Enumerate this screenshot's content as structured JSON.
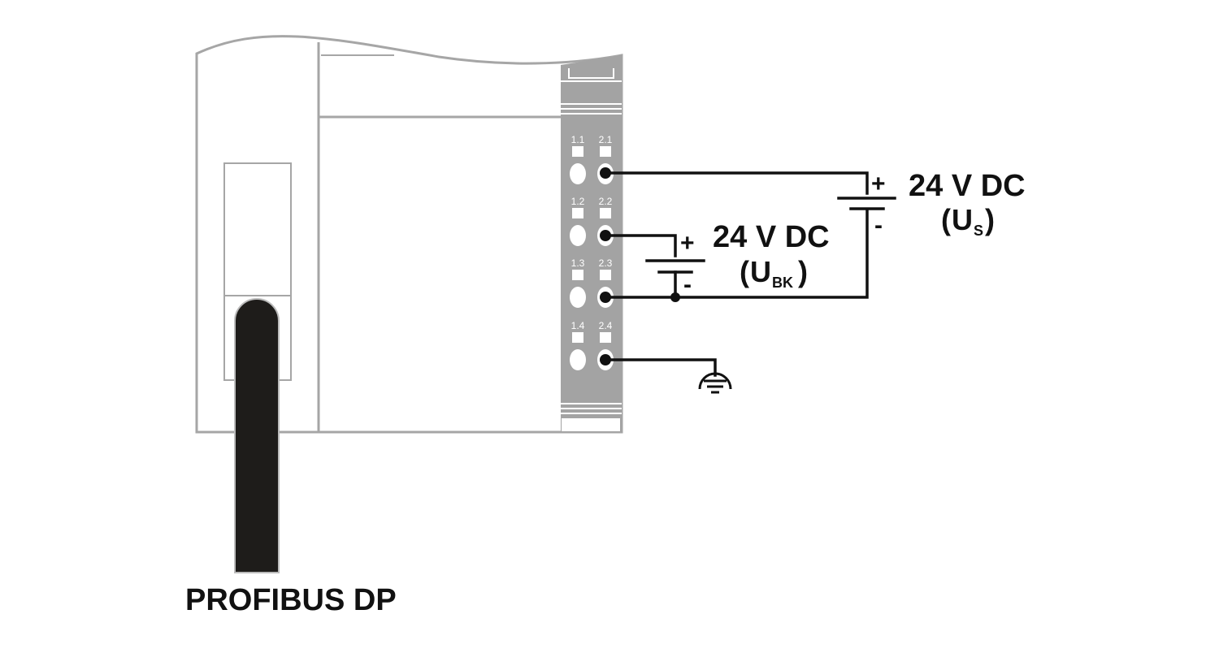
{
  "diagram": {
    "terminals": [
      "1.1",
      "2.1",
      "1.2",
      "2.2",
      "1.3",
      "2.3",
      "1.4",
      "2.4"
    ],
    "supply_us": {
      "plus": "+",
      "minus": "-",
      "voltage": "24 V DC",
      "name_main": "U",
      "name_sub": "S",
      "open_paren": "(",
      "close_paren": ")"
    },
    "supply_ubk": {
      "plus": "+",
      "minus": "-",
      "voltage": "24 V DC",
      "name_main": "U",
      "name_sub": "BK",
      "open_paren": "(",
      "close_paren": ")"
    },
    "bus_label": "PROFIBUS DP",
    "colors": {
      "housing": "#a6a6a6",
      "terminal_strip": "#a3a3a3",
      "wire": "#111111",
      "cable": "#1e1c1a"
    }
  }
}
